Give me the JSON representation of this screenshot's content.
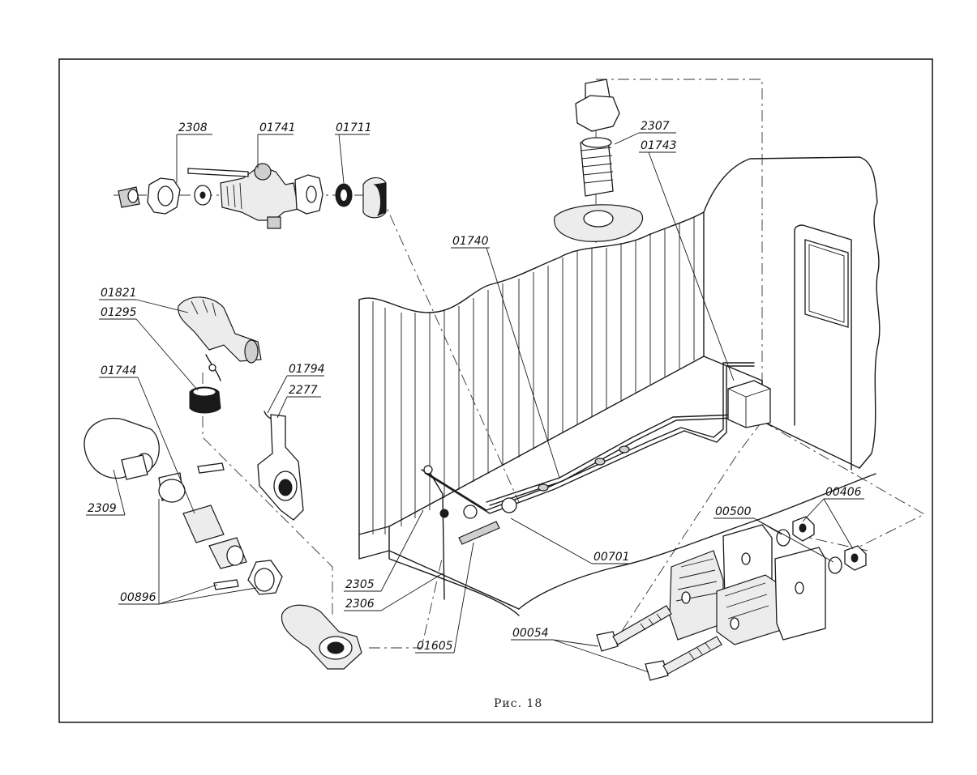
{
  "caption": "Рис. 18",
  "parts": {
    "p2308": "2308",
    "p01741": "01741",
    "p01711": "01711",
    "p2307": "2307",
    "p01743": "01743",
    "p01740": "01740",
    "p01821": "01821",
    "p01295": "01295",
    "p01744": "01744",
    "p01794": "01794",
    "p2277": "2277",
    "p2309": "2309",
    "p00896": "00896",
    "p2305": "2305",
    "p2306": "2306",
    "p01605": "01605",
    "p00701": "00701",
    "p00500": "00500",
    "p00406": "00406",
    "p00054": "00054"
  }
}
